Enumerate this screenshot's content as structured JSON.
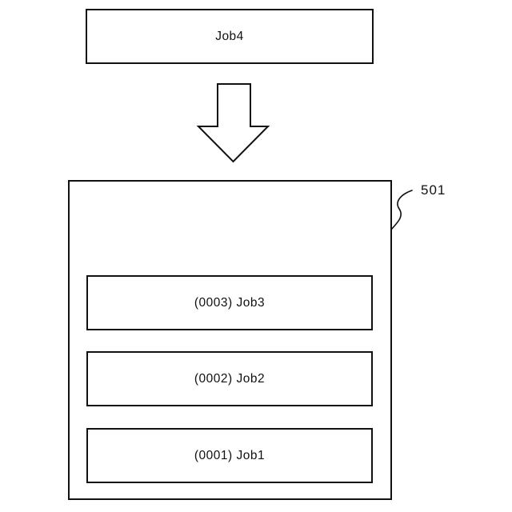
{
  "diagram": {
    "source_box": {
      "label": "Job4"
    },
    "flow": {
      "arrow_direction": "down"
    },
    "queue_box": {
      "ref_label": "501",
      "jobs": [
        {
          "label": "(0003) Job3"
        },
        {
          "label": "(0002) Job2"
        },
        {
          "label": "(0001) Job1"
        }
      ]
    },
    "colors": {
      "line": "#111111",
      "background": "#ffffff"
    }
  }
}
